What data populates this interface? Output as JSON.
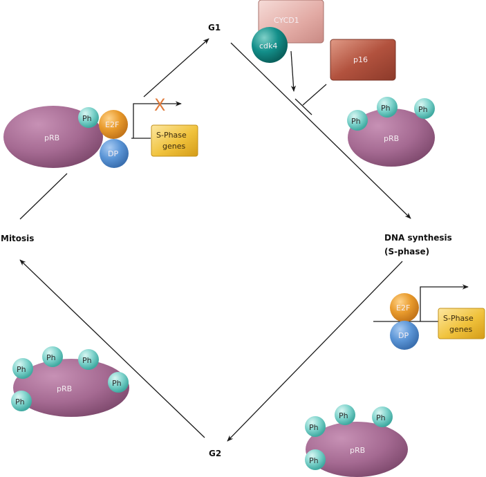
{
  "phases": {
    "g1": "G1",
    "s_phase_line1": "DNA synthesis",
    "s_phase_line2": "(S-phase)",
    "g2": "G2",
    "mitosis": "Mitosis"
  },
  "molecules": {
    "prb": "pRB",
    "ph": "Ph",
    "e2f": "E2F",
    "dp": "DP",
    "cycd1": "CYCD1",
    "cdk4": "cdk4",
    "p16": "p16",
    "sphase_genes_line1": "S-Phase",
    "sphase_genes_line2": "genes"
  },
  "annotations": {
    "blocked_mark": "X"
  },
  "colors": {
    "prb": "#a56a92",
    "ph": "#7fd3cc",
    "e2f": "#e89a2c",
    "dp": "#5b95d6",
    "cycd1": "#e2aaa4",
    "cdk4": "#138f8a",
    "p16": "#b2523e",
    "genes": "#f0c23c",
    "blocked": "#e07a3a"
  }
}
